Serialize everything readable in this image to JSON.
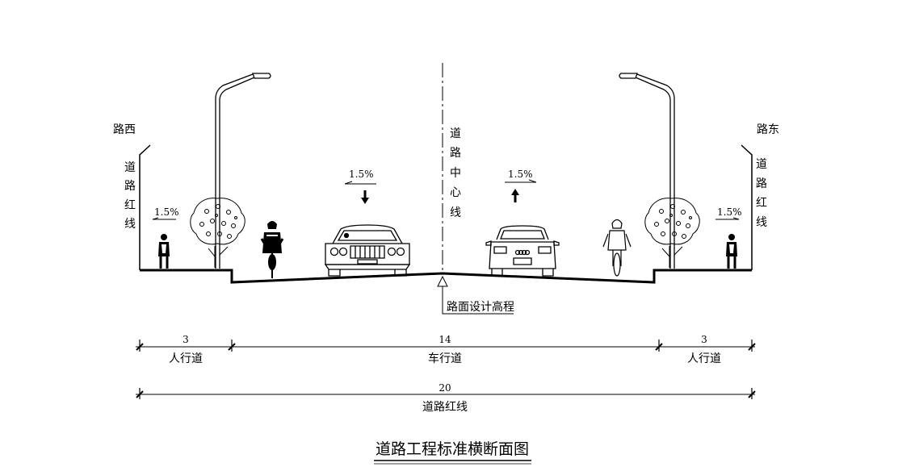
{
  "labels": {
    "west": "路西",
    "east": "路东",
    "red_line_left": [
      "道",
      "路",
      "红",
      "线"
    ],
    "red_line_right": [
      "道",
      "路",
      "红",
      "线"
    ],
    "centerline": [
      "道",
      "路",
      "中",
      "心",
      "线"
    ],
    "design_elevation": "路面设计高程"
  },
  "slopes": {
    "sidewalk_left": "1.5%",
    "carriage_left": "1.5%",
    "carriage_right": "1.5%",
    "sidewalk_right": "1.5%"
  },
  "dimensions": {
    "sidewalk_left": {
      "value": "3",
      "label": "人行道"
    },
    "carriageway": {
      "value": "14",
      "label": "车行道"
    },
    "sidewalk_right": {
      "value": "3",
      "label": "人行道"
    },
    "total": {
      "value": "20",
      "label": "道路红线"
    }
  },
  "title": "道路工程标准横断面图"
}
